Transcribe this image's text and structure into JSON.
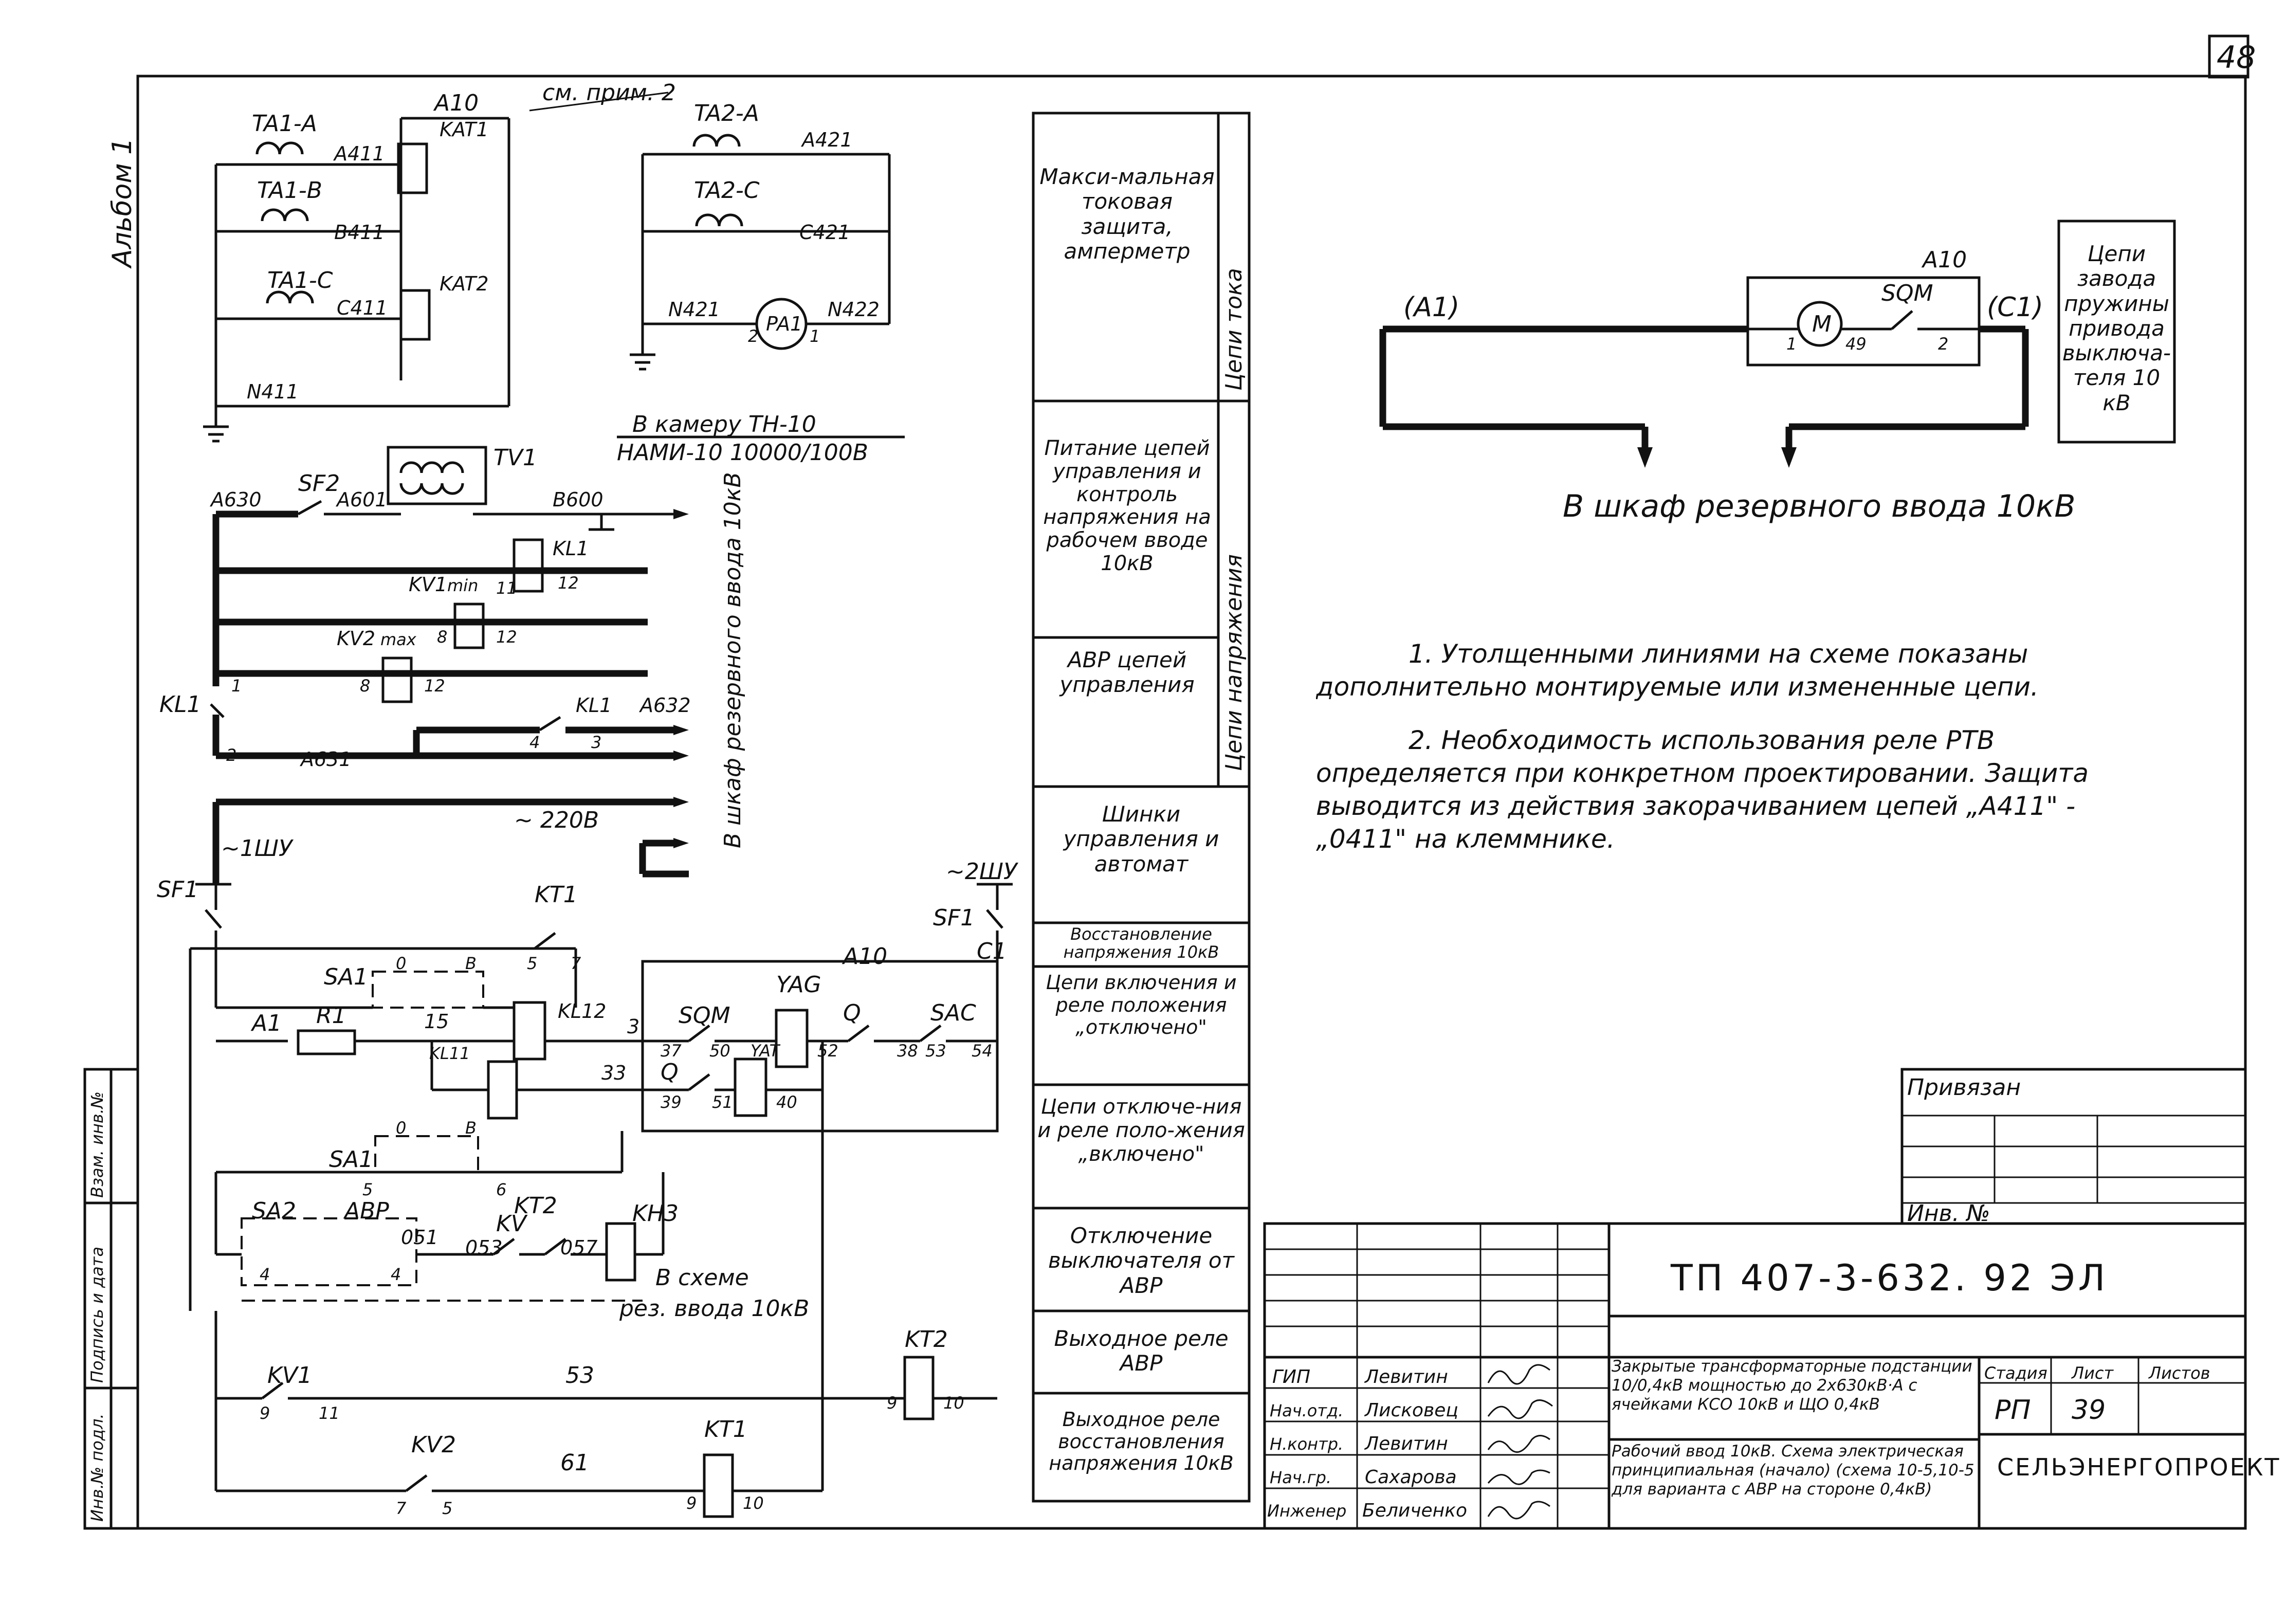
{
  "page_number": "48",
  "album": "Альбом 1",
  "margin": {
    "inv_orig": "Инв.№ подл.",
    "sign_date": "Подпись и дата",
    "vzam": "Взам. инв.№"
  },
  "current_circuit": {
    "ta1a": "TA1-A",
    "ta1b": "TA1-B",
    "ta1c": "TA1-C",
    "a411": "A411",
    "b411": "B411",
    "c411": "C411",
    "n411": "N411",
    "a10": "A10",
    "note_ref": "см. прим. 2",
    "kat1": "KAT1",
    "kat2": "KAT2",
    "ta2a": "TA2-A",
    "ta2c": "TA2-C",
    "a421": "A421",
    "c421": "C421",
    "n421": "N421",
    "n422": "N422",
    "pa1": "PA1",
    "pin2": "2",
    "pin1": "1"
  },
  "voltage_circuit": {
    "to_camera": "В камеру ТН-10",
    "nami": "НАМИ-10 10000/100В",
    "sf2": "SF2",
    "a630": "A630",
    "a601": "A601",
    "tv1": "TV1",
    "b600": "B600",
    "kl1": "KL1",
    "kv1": "KV1",
    "kv1_min": "min",
    "kv2": "KV2",
    "kv2_max": "max",
    "n11": "11",
    "n12": "12",
    "n8": "8",
    "n1": "1",
    "n2": "2",
    "n3": "3",
    "n4": "4",
    "a631": "A631",
    "a632": "A632",
    "v220": "~ 220В",
    "to_reserve": "В шкаф резервного ввода 10кВ"
  },
  "control_circuit": {
    "bus1": "~1ШУ",
    "bus2": "~2ШУ",
    "sf1": "SF1",
    "kt1": "KT1",
    "kt2": "KT2",
    "sa1": "SA1",
    "sa2": "SA2",
    "avr": "АВР",
    "r1": "R1",
    "a1": "A1",
    "kl12": "KL12",
    "kl11": "KL11",
    "sqm": "SQM",
    "yag": "YAG",
    "yat": "YAT",
    "q": "Q",
    "sac": "SAC",
    "a10": "A10",
    "c1": "C1",
    "kv": "KV",
    "kh3": "KH3",
    "kv1": "KV1",
    "kv2": "KV2",
    "w15": "15",
    "w3": "3",
    "w33": "33",
    "w37": "37",
    "w50": "50",
    "w52": "52",
    "w38": "38",
    "w53": "53",
    "w54": "54",
    "w39": "39",
    "w51": "51",
    "w40": "40",
    "w051": "051",
    "w053": "053",
    "w057": "057",
    "w61": "61",
    "c0": "0",
    "cB": "В",
    "c5": "5",
    "c6": "6",
    "c7": "7",
    "c9": "9",
    "c10": "10",
    "c4": "4",
    "c11": "11",
    "c12": "12",
    "to_scheme": "В схеме",
    "to_scheme2": "рез. ввода 10кВ"
  },
  "legend": [
    "Макси-мальная токовая защита, амперметр",
    "Питание цепей управления и контроль напряжения на рабочем вводе 10кВ",
    "АВР цепей управления",
    "Шинки управления и автомат",
    "Восстановление напряжения 10кВ",
    "Цепи включения и реле положения „отключено\"",
    "Цепи отключе-ния и реле поло-жения „включено\"",
    "Отключение выключателя от АВР",
    "Выходное реле АВР",
    "Выходное реле восстановления напряжения 10кВ"
  ],
  "legend_groups": {
    "current": "Цепи тока",
    "voltage": "Цепи напряжения"
  },
  "spring_circuit": {
    "a1": "(A1)",
    "c1": "(C1)",
    "a10": "A10",
    "sqm": "SQM",
    "m": "M",
    "pin1": "1",
    "pin49": "49",
    "pin2": "2",
    "label": "Цепи завода пружины привода выключа-теля 10 кВ",
    "destination": "В шкаф резервного ввода 10кВ"
  },
  "notes": [
    "1. Утолщенными линиями на схеме показаны дополнительно монтируемые или измененные цепи.",
    "2. Необходимость использования реле РТВ определяется при конкретном проектировании. Защита выводится из действия закорачиванием цепей „A411\" - „0411\" на клеммнике."
  ],
  "stamp": {
    "privyazan": "Привязан",
    "inv_no": "Инв. №",
    "code": "ТП 407-3-632. 92   ЭЛ",
    "desc1": "Закрытые трансформаторные подстанции 10/0,4кВ мощностью до 2х630кВ·А с ячейками КСО 10кВ и ЩО 0,4кВ",
    "desc2": "Рабочий ввод 10кВ. Схема электрическая принципиальная (начало) (схема 10-5,10-5 для варианта с АВР на стороне 0,4кВ)",
    "stadia_h": "Стадия",
    "list_h": "Лист",
    "listov_h": "Листов",
    "stadia": "РП",
    "list": "39",
    "listov": "",
    "org": "СЕЛЬЭНЕРГОПРОЕКТ",
    "signers": [
      {
        "role": "ГИП",
        "name": "Левитин"
      },
      {
        "role": "Нач.отд.",
        "name": "Лисковец"
      },
      {
        "role": "Н.контр.",
        "name": "Левитин"
      },
      {
        "role": "Нач.гр.",
        "name": "Сахарова"
      },
      {
        "role": "Инженер",
        "name": "Беличенко"
      }
    ]
  }
}
